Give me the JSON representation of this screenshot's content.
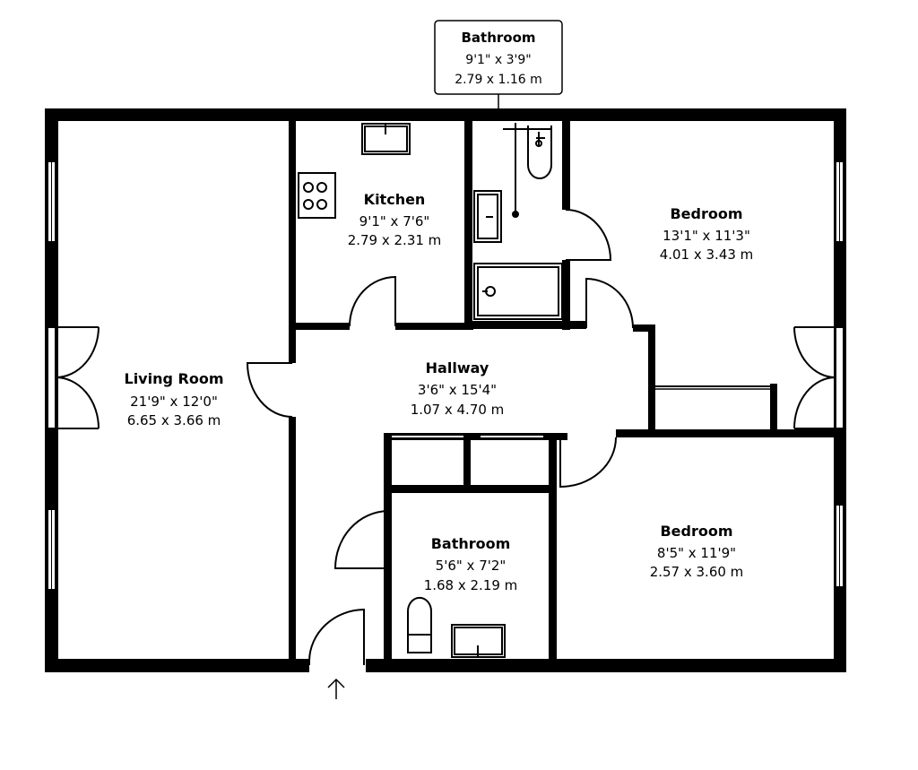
{
  "rooms": {
    "living": {
      "name": "Living Room",
      "imperial": "21'9\" x 12'0\"",
      "metric": "6.65 x 3.66 m"
    },
    "kitchen": {
      "name": "Kitchen",
      "imperial": "9'1\" x 7'6\"",
      "metric": "2.79 x 2.31 m"
    },
    "bedroom1": {
      "name": "Bedroom",
      "imperial": "13'1\" x 11'3\"",
      "metric": "4.01 x 3.43 m"
    },
    "hallway": {
      "name": "Hallway",
      "imperial": "3'6\" x 15'4\"",
      "metric": "1.07 x 4.70 m"
    },
    "bathroom2": {
      "name": "Bathroom",
      "imperial": "5'6\" x 7'2\"",
      "metric": "1.68 x 2.19 m"
    },
    "bedroom2": {
      "name": "Bedroom",
      "imperial": "8'5\" x 11'9\"",
      "metric": "2.57 x 3.60 m"
    }
  },
  "callout": {
    "name": "Bathroom",
    "imperial": "9'1\" x 3'9\"",
    "metric": "2.79 x 1.16 m"
  },
  "entrance_icon": "up-arrow-icon",
  "colors": {
    "wall": "#000000",
    "background": "#ffffff"
  }
}
